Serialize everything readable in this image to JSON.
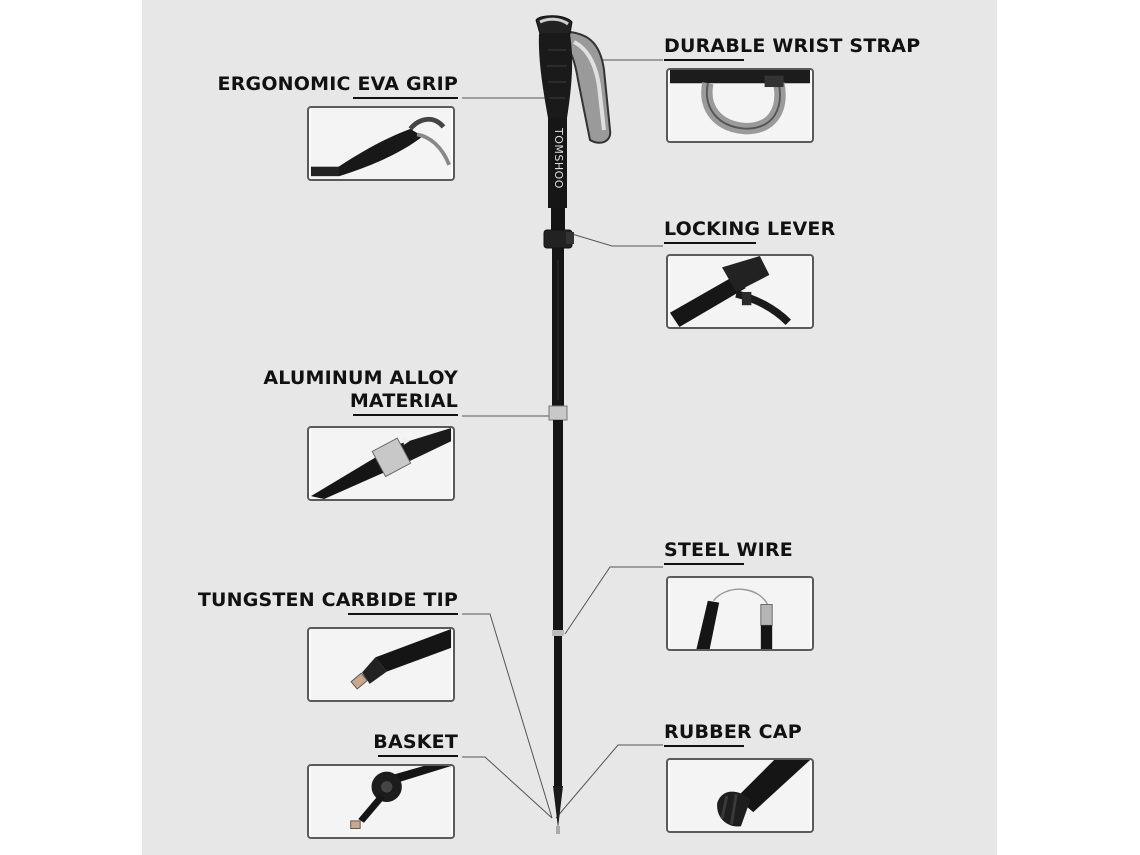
{
  "pole": {
    "brand": "TOMSHOO"
  },
  "features": {
    "grip": {
      "label": "ERGONOMIC EVA GRIP",
      "image": "grip-closeup"
    },
    "strap": {
      "label": "DURABLE WRIST STRAP",
      "image": "strap-closeup"
    },
    "lever": {
      "label": "LOCKING LEVER",
      "image": "lever-closeup"
    },
    "alloy": {
      "label_line1": "ALUMINUM ALLOY",
      "label_line2": "MATERIAL",
      "image": "alloy-closeup"
    },
    "wire": {
      "label": "STEEL WIRE",
      "image": "wire-closeup"
    },
    "tip": {
      "label": "TUNGSTEN CARBIDE TIP",
      "image": "tip-closeup"
    },
    "basket": {
      "label": "BASKET",
      "image": "basket-closeup"
    },
    "cap": {
      "label": "RUBBER CAP",
      "image": "cap-closeup"
    }
  },
  "colors": {
    "background": "#e7e7e7",
    "pole_black": "#151515",
    "strap_grey": "#9a9a9a",
    "accent_silver": "#c8c8c8"
  }
}
